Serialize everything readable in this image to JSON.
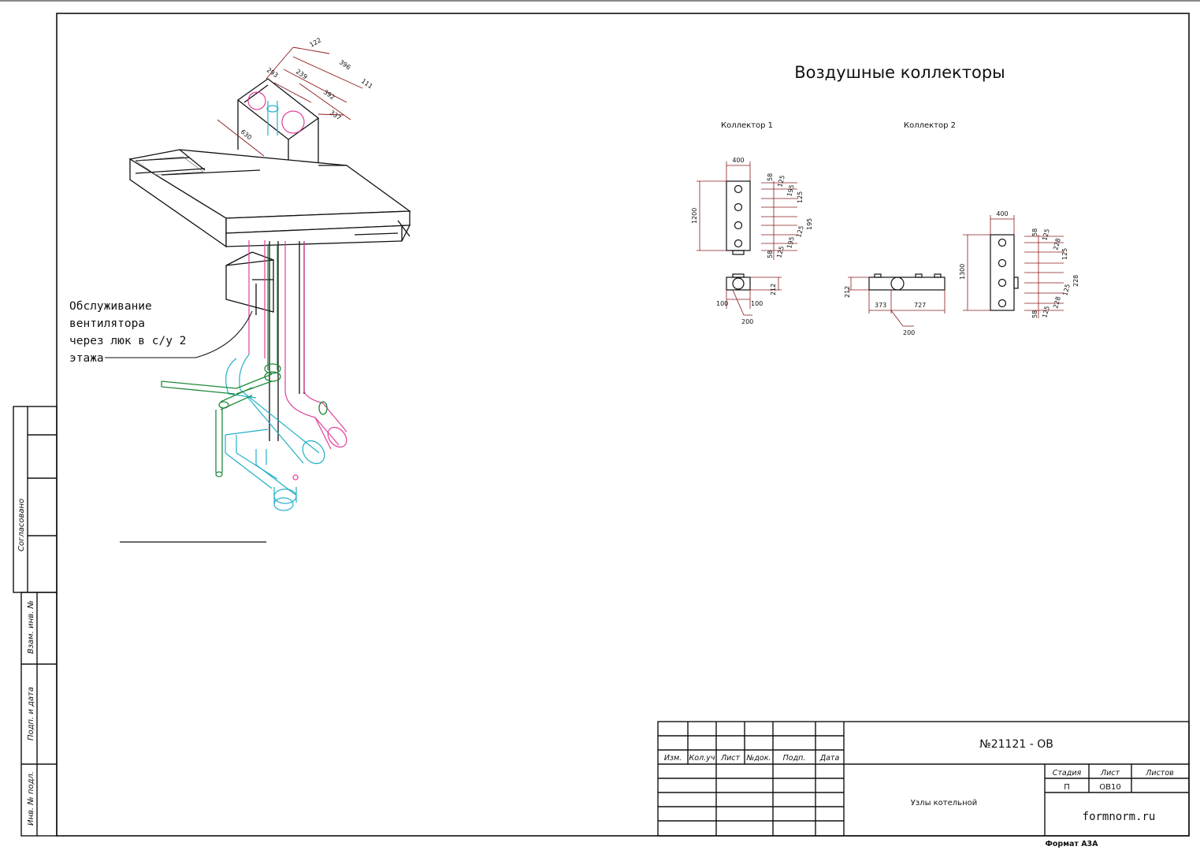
{
  "drawing": {
    "title": "Воздушные коллекторы",
    "collector_1_label": "Коллектор 1",
    "collector_2_label": "Коллектор 2",
    "service_note": [
      "Обслуживание",
      "вентилятора",
      "через люк в с/у 2",
      "этажа"
    ],
    "iso_dims": [
      "122",
      "396",
      "293",
      "239",
      "392",
      "111",
      "337",
      "630"
    ],
    "c1_dims": {
      "width": "400",
      "height": "1200",
      "depth": "212",
      "bottom_left": "100",
      "bottom_right": "100",
      "bottom_pipe": "200",
      "right_chain": [
        "58",
        "125",
        "195",
        "125",
        "125",
        "195",
        "58",
        "125",
        "195"
      ]
    },
    "c2_dims": {
      "width": "400",
      "height": "1300",
      "depth": "212",
      "seg_left": "373",
      "seg_right": "727",
      "pipe": "200",
      "right_chain": [
        "58",
        "125",
        "228",
        "125",
        "125",
        "228",
        "58",
        "125",
        "228"
      ]
    }
  },
  "side_stamp": {
    "agreed": "Согласовано",
    "vzam": "Взам. инв. №",
    "podp": "Подп. и дата",
    "inv": "Инв. № подл."
  },
  "title_block": {
    "doc_number": "№21121 - ОВ",
    "headers": [
      "Изм.",
      "Кол.уч",
      "Лист",
      "№док.",
      "Подп.",
      "Дата"
    ],
    "sheet_name": "Узлы котельной",
    "stage_label": "Стадия",
    "sheet_label": "Лист",
    "sheets_label": "Листов",
    "stage_value": "П",
    "sheet_value": "ОВ10",
    "sheets_value": "",
    "site": "formnorm.ru",
    "format": "Формат А3А"
  },
  "colors": {
    "ink": "#111111",
    "dim": "#8b1a1a",
    "pink": "#e0409a",
    "cyan": "#22b0c8",
    "green": "#1f8a3a"
  }
}
